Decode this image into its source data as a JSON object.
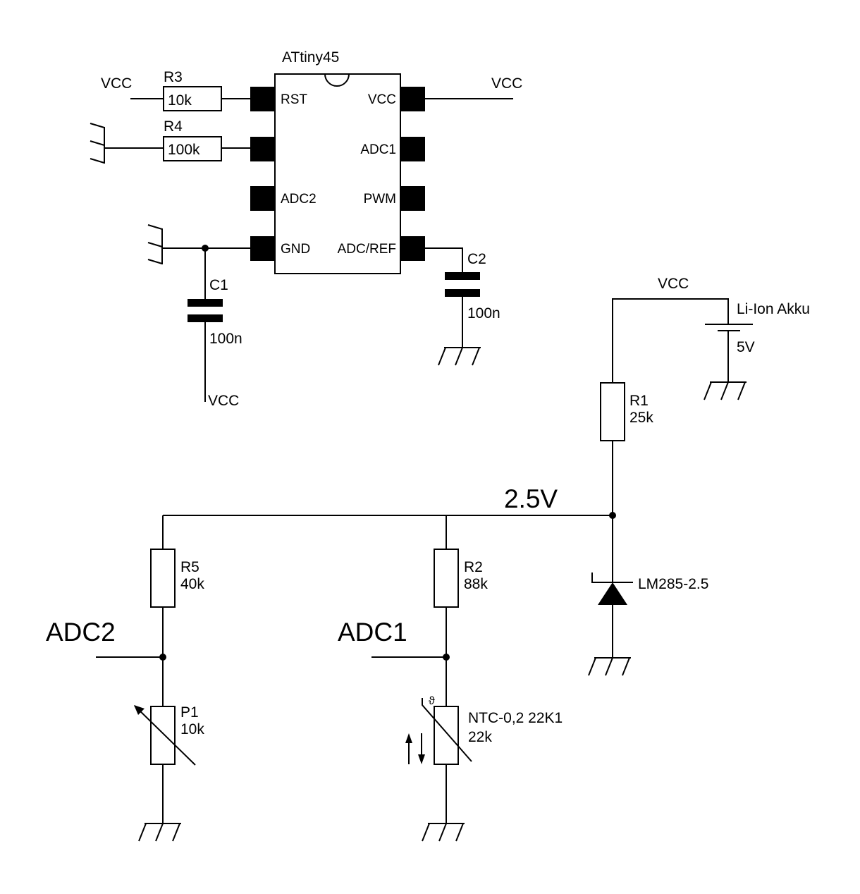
{
  "ic": {
    "name": "ATtiny45",
    "pins_left": [
      "RST",
      "",
      "ADC2",
      "GND"
    ],
    "pins_right": [
      "VCC",
      "ADC1",
      "PWM",
      "ADC/REF"
    ]
  },
  "power_labels": {
    "vcc_r3": "VCC",
    "vcc_ic": "VCC",
    "vcc_c1": "VCC",
    "vcc_battery": "VCC"
  },
  "components": {
    "r3": {
      "ref": "R3",
      "value": "10k"
    },
    "r4": {
      "ref": "R4",
      "value": "100k"
    },
    "c1": {
      "ref": "C1",
      "value": "100n"
    },
    "c2": {
      "ref": "C2",
      "value": "100n"
    },
    "r1": {
      "ref": "R1",
      "value": "25k"
    },
    "r5": {
      "ref": "R5",
      "value": "40k"
    },
    "r2": {
      "ref": "R2",
      "value": "88k"
    },
    "p1": {
      "ref": "P1",
      "value": "10k"
    },
    "ntc": {
      "ref": "NTC-0,2 22K1",
      "value": "22k",
      "symbol": "ϑ"
    },
    "zener": {
      "ref": "LM285-2.5"
    },
    "battery": {
      "ref": "Li-Ion Akku",
      "value": "5V"
    }
  },
  "nets": {
    "ref_voltage": "2.5V",
    "adc2": "ADC2",
    "adc1": "ADC1"
  }
}
